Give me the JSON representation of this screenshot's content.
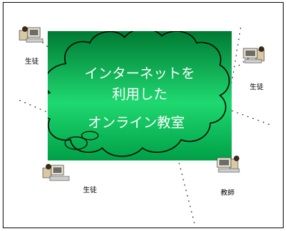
{
  "diagram": {
    "cloud_lines": [
      "インターネットを",
      "利用した",
      "オンライン教室"
    ],
    "labels": {
      "student_top_left": "生徒",
      "student_right": "生徒",
      "student_bottom_left": "生徒",
      "teacher": "教師"
    },
    "colors": {
      "cloud_gradient_top": "#007a33",
      "cloud_gradient_mid": "#1fd870",
      "cloud_gradient_bottom": "#00a046",
      "cloud_outline": "#000000",
      "text": "#ffffff"
    },
    "icons": [
      "computer-icon-student-top-left",
      "computer-icon-student-right",
      "computer-icon-student-bottom-left",
      "computer-icon-teacher"
    ]
  }
}
